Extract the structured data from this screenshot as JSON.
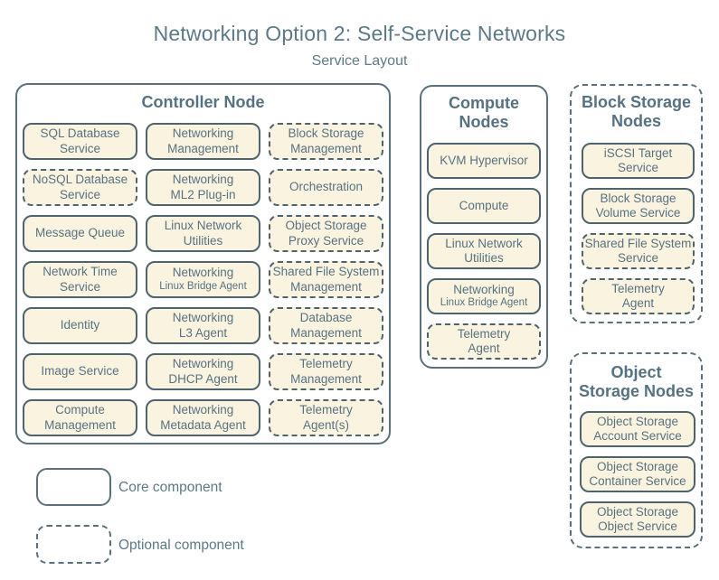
{
  "header": {
    "title": "Networking Option 2: Self-Service Networks",
    "subtitle": "Service Layout"
  },
  "colors": {
    "box_fill": "#f9f3e0",
    "box_border": "#4f636e",
    "group_border": "#5c707b",
    "text": "#597281"
  },
  "controller": {
    "title": "Controller Node",
    "col1": [
      {
        "label": "SQL Database\nService",
        "type": "core"
      },
      {
        "label": "NoSQL Database\nService",
        "type": "optional"
      },
      {
        "label": "Message Queue",
        "type": "core"
      },
      {
        "label": "Network Time\nService",
        "type": "core"
      },
      {
        "label": "Identity",
        "type": "core"
      },
      {
        "label": "Image Service",
        "type": "core"
      },
      {
        "label": "Compute\nManagement",
        "type": "core"
      }
    ],
    "col2": [
      {
        "label": "Networking\nManagement",
        "type": "core"
      },
      {
        "label": "Networking\nML2 Plug-in",
        "type": "core"
      },
      {
        "label": "Linux Network\nUtilities",
        "type": "core"
      },
      {
        "label": "Networking",
        "sub": "Linux Bridge Agent",
        "type": "core"
      },
      {
        "label": "Networking\nL3 Agent",
        "type": "core"
      },
      {
        "label": "Networking\nDHCP Agent",
        "type": "core"
      },
      {
        "label": "Networking\nMetadata Agent",
        "type": "core"
      }
    ],
    "col3": [
      {
        "label": "Block Storage\nManagement",
        "type": "optional"
      },
      {
        "label": "Orchestration",
        "type": "optional"
      },
      {
        "label": "Object Storage\nProxy Service",
        "type": "optional"
      },
      {
        "label": "Shared File System\nManagement",
        "type": "optional"
      },
      {
        "label": "Database\nManagement",
        "type": "optional"
      },
      {
        "label": "Telemetry\nManagement",
        "type": "optional"
      },
      {
        "label": "Telemetry\nAgent(s)",
        "type": "optional"
      }
    ]
  },
  "compute": {
    "title": "Compute\nNodes",
    "items": [
      {
        "label": "KVM Hypervisor",
        "type": "core"
      },
      {
        "label": "Compute",
        "type": "core"
      },
      {
        "label": "Linux Network\nUtilities",
        "type": "core"
      },
      {
        "label": "Networking",
        "sub": "Linux Bridge Agent",
        "type": "core"
      },
      {
        "label": "Telemetry\nAgent",
        "type": "optional"
      }
    ]
  },
  "block_storage": {
    "title": "Block Storage\nNodes",
    "items": [
      {
        "label": "iSCSI Target\nService",
        "type": "core"
      },
      {
        "label": "Block Storage\nVolume Service",
        "type": "core"
      },
      {
        "label": "Shared File System\nService",
        "type": "optional"
      },
      {
        "label": "Telemetry\nAgent",
        "type": "optional"
      }
    ]
  },
  "object_storage": {
    "title": "Object\nStorage Nodes",
    "items": [
      {
        "label": "Object Storage\nAccount Service",
        "type": "core"
      },
      {
        "label": "Object Storage\nContainer Service",
        "type": "core"
      },
      {
        "label": "Object Storage\nObject Service",
        "type": "core"
      }
    ]
  },
  "legend": {
    "core_label": "Core component",
    "optional_label": "Optional component"
  }
}
